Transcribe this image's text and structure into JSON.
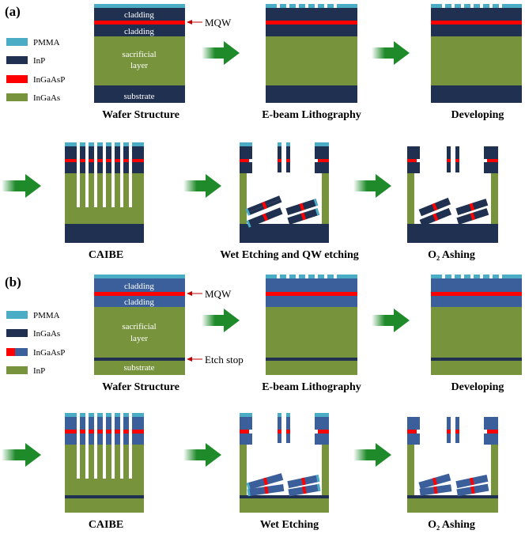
{
  "panels": [
    {
      "label": "(a)",
      "legend": [
        {
          "name": "PMMA",
          "color": "#4bacc6"
        },
        {
          "name": "InP",
          "color": "#1f3050"
        },
        {
          "name": "InGaAsP",
          "color": "#ff0000"
        },
        {
          "name": "InGaAs",
          "color": "#77933c"
        }
      ],
      "layers": {
        "cladding_top": "cladding",
        "cladding_bottom": "cladding",
        "sacrificial_1": "sacrificial",
        "sacrificial_2": "layer",
        "substrate": "substrate"
      },
      "callouts": {
        "mqw": "MQW"
      },
      "steps": [
        "Wafer Structure",
        "E-beam Lithography",
        "Developing",
        "CAIBE",
        "Wet Etching  and QW etching",
        "O₂ Ashing"
      ]
    },
    {
      "label": "(b)",
      "legend": [
        {
          "name": "PMMA",
          "color": "#4bacc6"
        },
        {
          "name": "InGaAs",
          "color": "#1f3050"
        },
        {
          "name": "InGaAsP",
          "color": "#ff0000"
        },
        {
          "name": "InP",
          "color": "#77933c"
        }
      ],
      "layers": {
        "cladding_top": "cladding",
        "cladding_bottom": "cladding",
        "sacrificial_1": "sacrificial",
        "sacrificial_2": "layer",
        "substrate": "substrate"
      },
      "callouts": {
        "mqw": "MQW",
        "etch_stop": "Etch stop"
      },
      "steps": [
        "Wafer Structure",
        "E-beam Lithography",
        "Developing",
        "CAIBE",
        "Wet Etching",
        "O₂ Ashing"
      ]
    }
  ],
  "colors": {
    "pmma": "#4bacc6",
    "inp_dark": "#1f3050",
    "cladding_b": "#3a5f9a",
    "mqw": "#ff0000",
    "green": "#77933c",
    "arrow": "#1e8a2a"
  }
}
